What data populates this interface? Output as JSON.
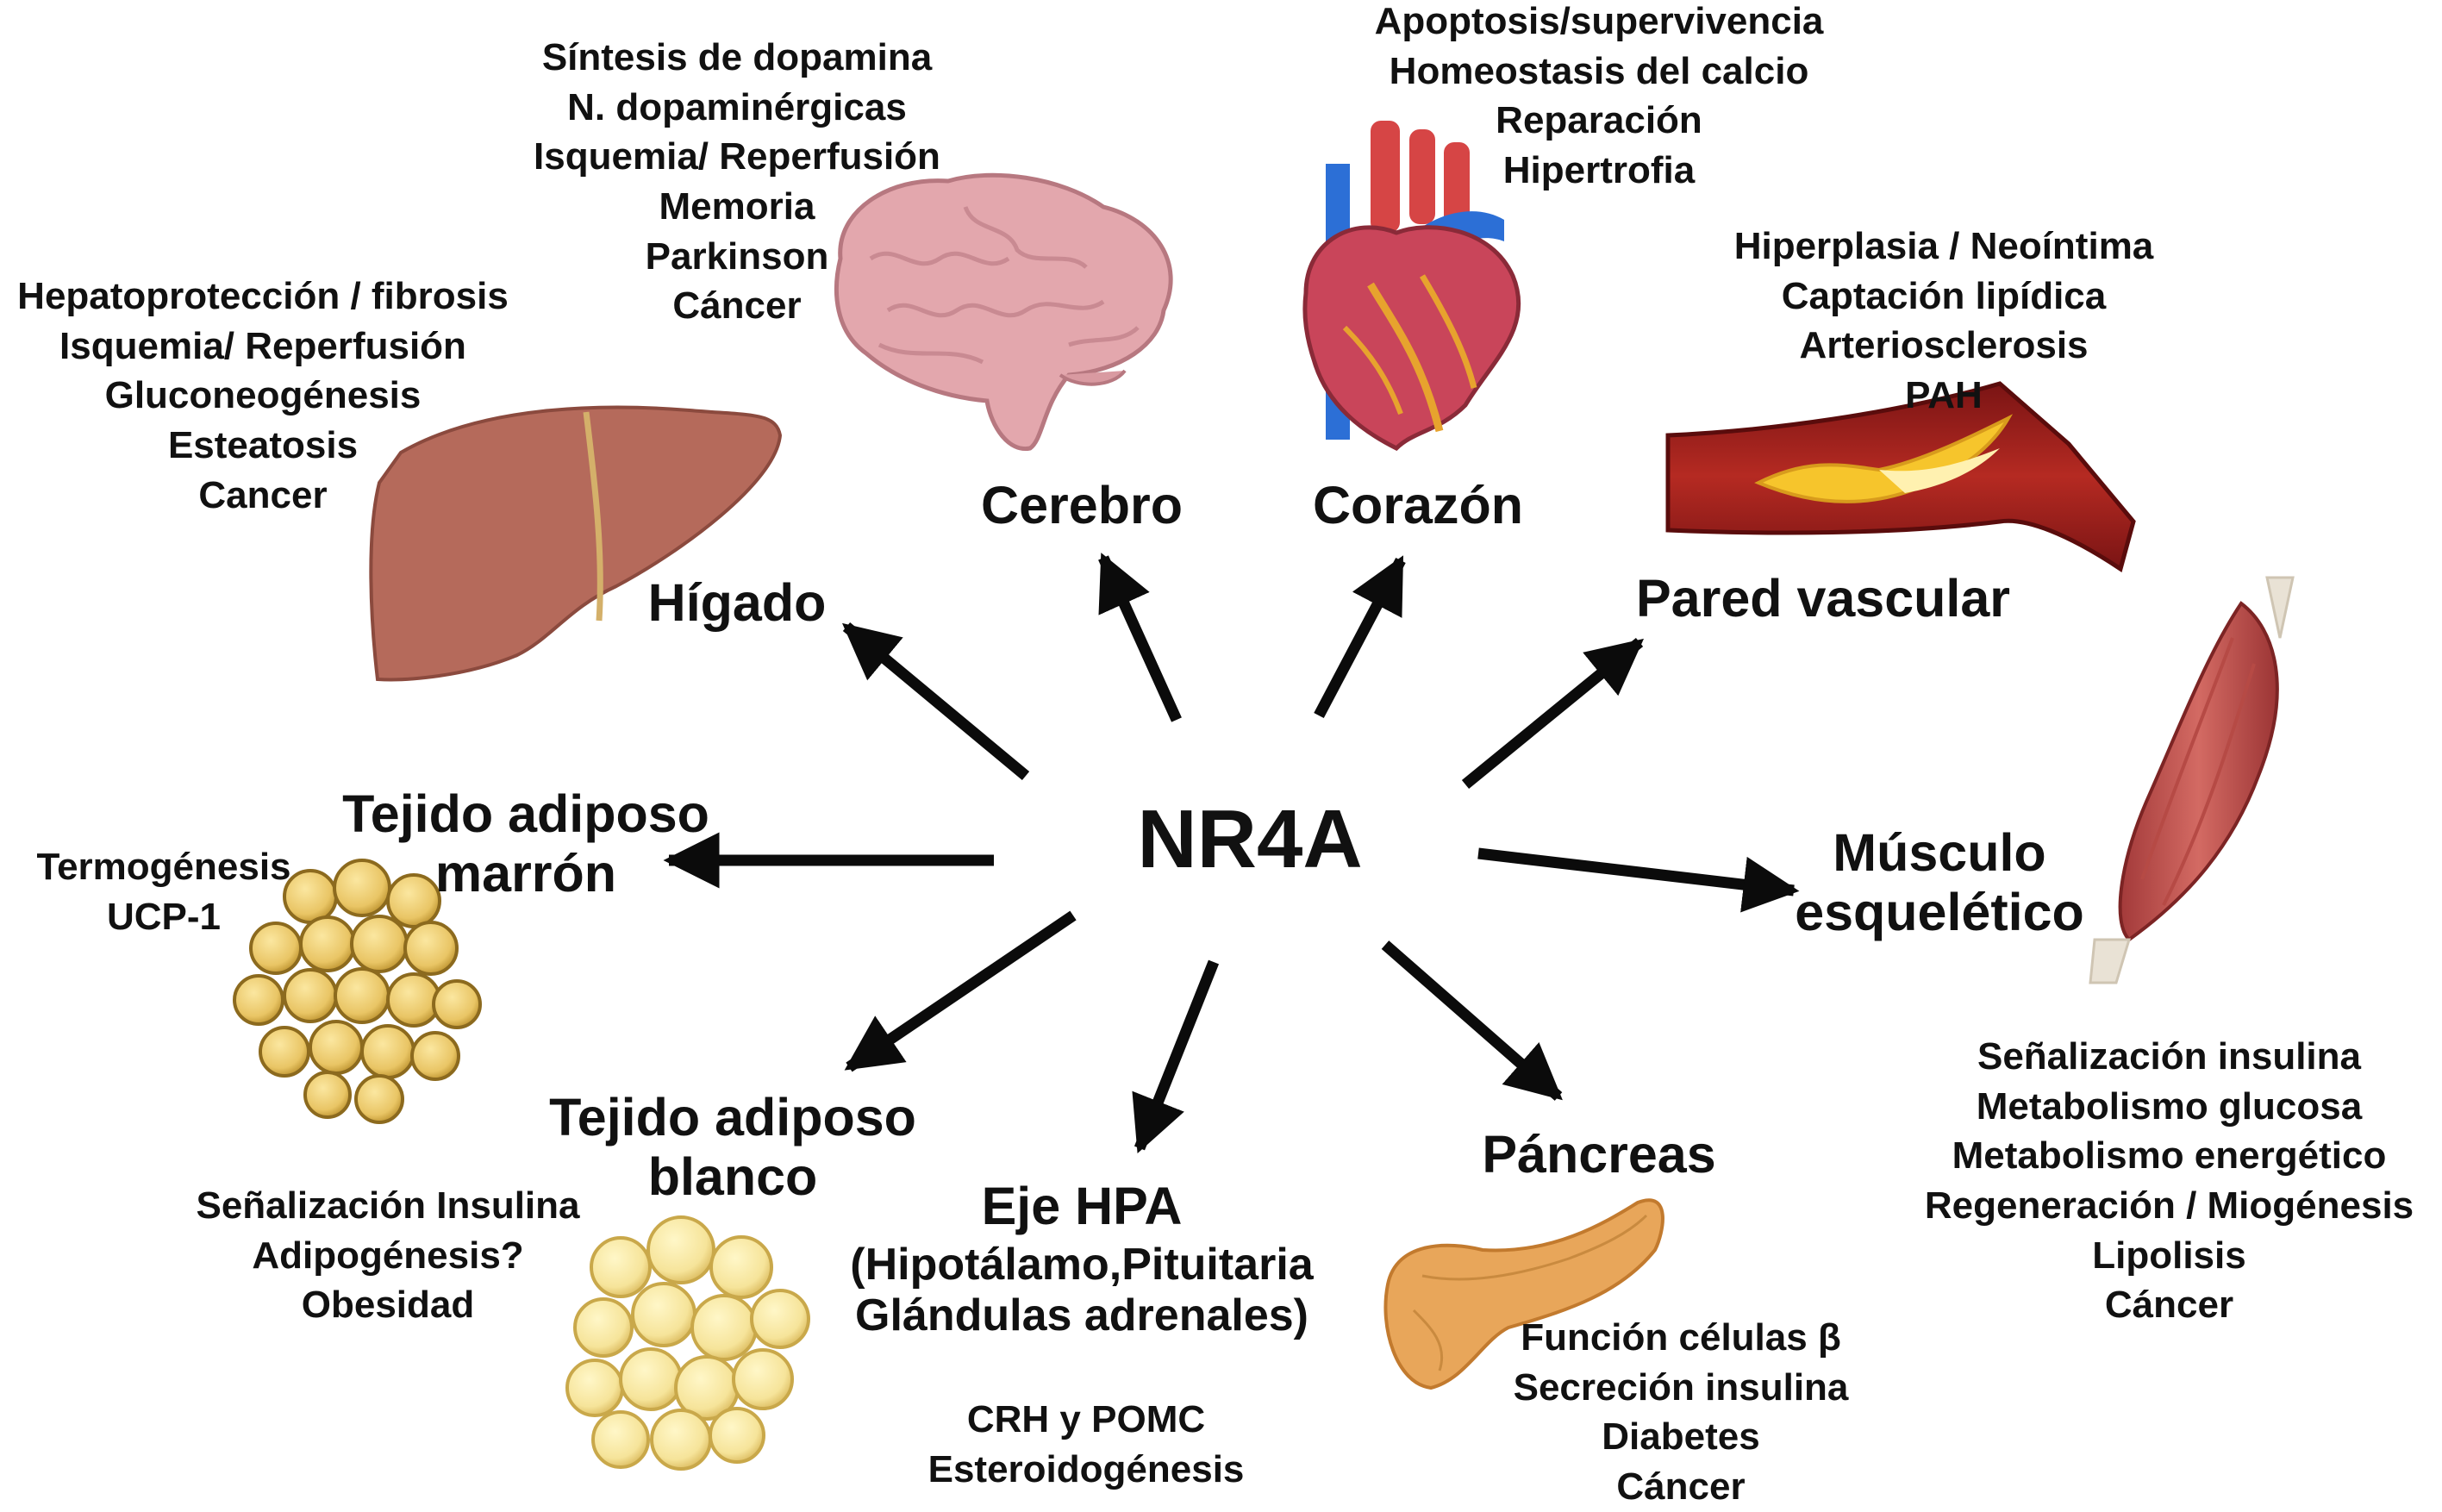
{
  "center": "NR4A",
  "colors": {
    "arrow": "#0b0b0b",
    "text": "#111111"
  },
  "organs": {
    "liver": {
      "name": "Hígado",
      "effects": [
        "Hepatoprotección / fibrosis",
        "Isquemia/ Reperfusión",
        "Gluconeogénesis",
        "Esteatosis",
        "Cancer"
      ],
      "icon": "liver-icon"
    },
    "brain": {
      "name": "Cerebro",
      "effects": [
        "Síntesis de dopamina",
        "N. dopaminérgicas",
        "Isquemia/ Reperfusión",
        "Memoria",
        "Parkinson",
        "Cáncer"
      ],
      "icon": "brain-icon"
    },
    "heart": {
      "name": "Corazón",
      "effects": [
        "Apoptosis/supervivencia",
        "Homeostasis del calcio",
        "Reparación",
        "Hipertrofia"
      ],
      "icon": "heart-icon"
    },
    "vessel": {
      "name": "Pared vascular",
      "effects": [
        "Hiperplasia / Neoíntima",
        "Captación lipídica",
        "Arteriosclerosis",
        "PAH"
      ],
      "icon": "blood-vessel-icon"
    },
    "muscle": {
      "name_lines": [
        "Músculo",
        "esquelético"
      ],
      "effects": [
        "Señalización insulina",
        "Metabolismo glucosa",
        "Metabolismo energético",
        "Regeneración / Miogénesis",
        "Lipolisis",
        "Cáncer"
      ],
      "icon": "muscle-icon"
    },
    "pancreas": {
      "name": "Páncreas",
      "effects": [
        "Función células β",
        "Secreción insulina",
        "Diabetes",
        "Cáncer"
      ],
      "icon": "pancreas-icon"
    },
    "hpa": {
      "name": "Eje HPA",
      "detail_lines": [
        "(Hipotálamo,Pituitaria",
        "Glándulas adrenales)"
      ],
      "effects": [
        "CRH y POMC",
        "Esteroidogénesis"
      ]
    },
    "wat": {
      "name_lines": [
        "Tejido adiposo",
        "blanco"
      ],
      "effects": [
        "Señalización Insulina",
        "Adipogénesis?",
        "Obesidad"
      ],
      "icon": "white-adipose-icon"
    },
    "bat": {
      "name_lines": [
        "Tejido adiposo",
        "marrón"
      ],
      "effects": [
        "Termogénesis",
        "UCP-1"
      ],
      "icon": "brown-adipose-icon"
    }
  }
}
